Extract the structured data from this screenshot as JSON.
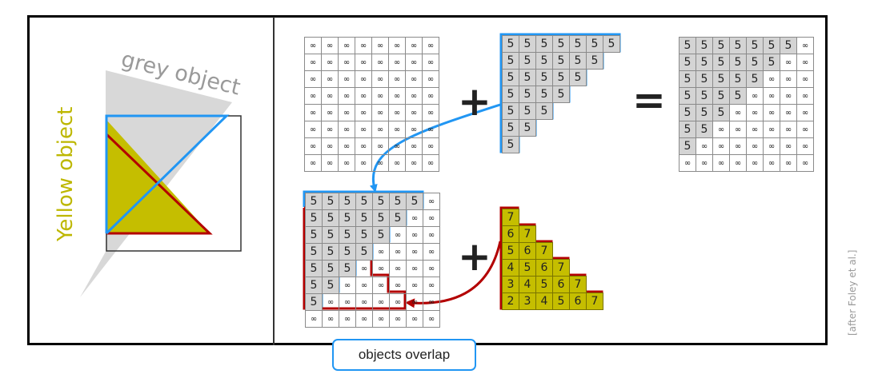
{
  "scene": {
    "grey_label": "grey object",
    "yellow_label": "Yellow object"
  },
  "operators": {
    "plus": "+",
    "equals": "="
  },
  "symbols": {
    "infinity": "∞"
  },
  "grids": {
    "empty_buffer": [
      [
        "∞",
        "∞",
        "∞",
        "∞",
        "∞",
        "∞",
        "∞",
        "∞"
      ],
      [
        "∞",
        "∞",
        "∞",
        "∞",
        "∞",
        "∞",
        "∞",
        "∞"
      ],
      [
        "∞",
        "∞",
        "∞",
        "∞",
        "∞",
        "∞",
        "∞",
        "∞"
      ],
      [
        "∞",
        "∞",
        "∞",
        "∞",
        "∞",
        "∞",
        "∞",
        "∞"
      ],
      [
        "∞",
        "∞",
        "∞",
        "∞",
        "∞",
        "∞",
        "∞",
        "∞"
      ],
      [
        "∞",
        "∞",
        "∞",
        "∞",
        "∞",
        "∞",
        "∞",
        "∞"
      ],
      [
        "∞",
        "∞",
        "∞",
        "∞",
        "∞",
        "∞",
        "∞",
        "∞"
      ],
      [
        "∞",
        "∞",
        "∞",
        "∞",
        "∞",
        "∞",
        "∞",
        "∞"
      ]
    ],
    "grey_object": [
      [
        "5",
        "5",
        "5",
        "5",
        "5",
        "5",
        "5"
      ],
      [
        "5",
        "5",
        "5",
        "5",
        "5",
        "5"
      ],
      [
        "5",
        "5",
        "5",
        "5",
        "5"
      ],
      [
        "5",
        "5",
        "5",
        "5"
      ],
      [
        "5",
        "5",
        "5"
      ],
      [
        "5",
        "5"
      ],
      [
        "5"
      ]
    ],
    "result_after_grey": [
      [
        "5",
        "5",
        "5",
        "5",
        "5",
        "5",
        "5",
        "∞"
      ],
      [
        "5",
        "5",
        "5",
        "5",
        "5",
        "5",
        "∞",
        "∞"
      ],
      [
        "5",
        "5",
        "5",
        "5",
        "5",
        "∞",
        "∞",
        "∞"
      ],
      [
        "5",
        "5",
        "5",
        "5",
        "∞",
        "∞",
        "∞",
        "∞"
      ],
      [
        "5",
        "5",
        "5",
        "∞",
        "∞",
        "∞",
        "∞",
        "∞"
      ],
      [
        "5",
        "5",
        "∞",
        "∞",
        "∞",
        "∞",
        "∞",
        "∞"
      ],
      [
        "5",
        "∞",
        "∞",
        "∞",
        "∞",
        "∞",
        "∞",
        "∞"
      ],
      [
        "∞",
        "∞",
        "∞",
        "∞",
        "∞",
        "∞",
        "∞",
        "∞"
      ]
    ],
    "yellow_object": [
      [
        "7"
      ],
      [
        "6",
        "7"
      ],
      [
        "5",
        "6",
        "7"
      ],
      [
        "4",
        "5",
        "6",
        "7"
      ],
      [
        "3",
        "4",
        "5",
        "6",
        "7"
      ],
      [
        "2",
        "3",
        "4",
        "5",
        "6",
        "7"
      ]
    ]
  },
  "callout": {
    "text": "objects overlap"
  },
  "credit": {
    "text": "[after Foley et al.]"
  }
}
